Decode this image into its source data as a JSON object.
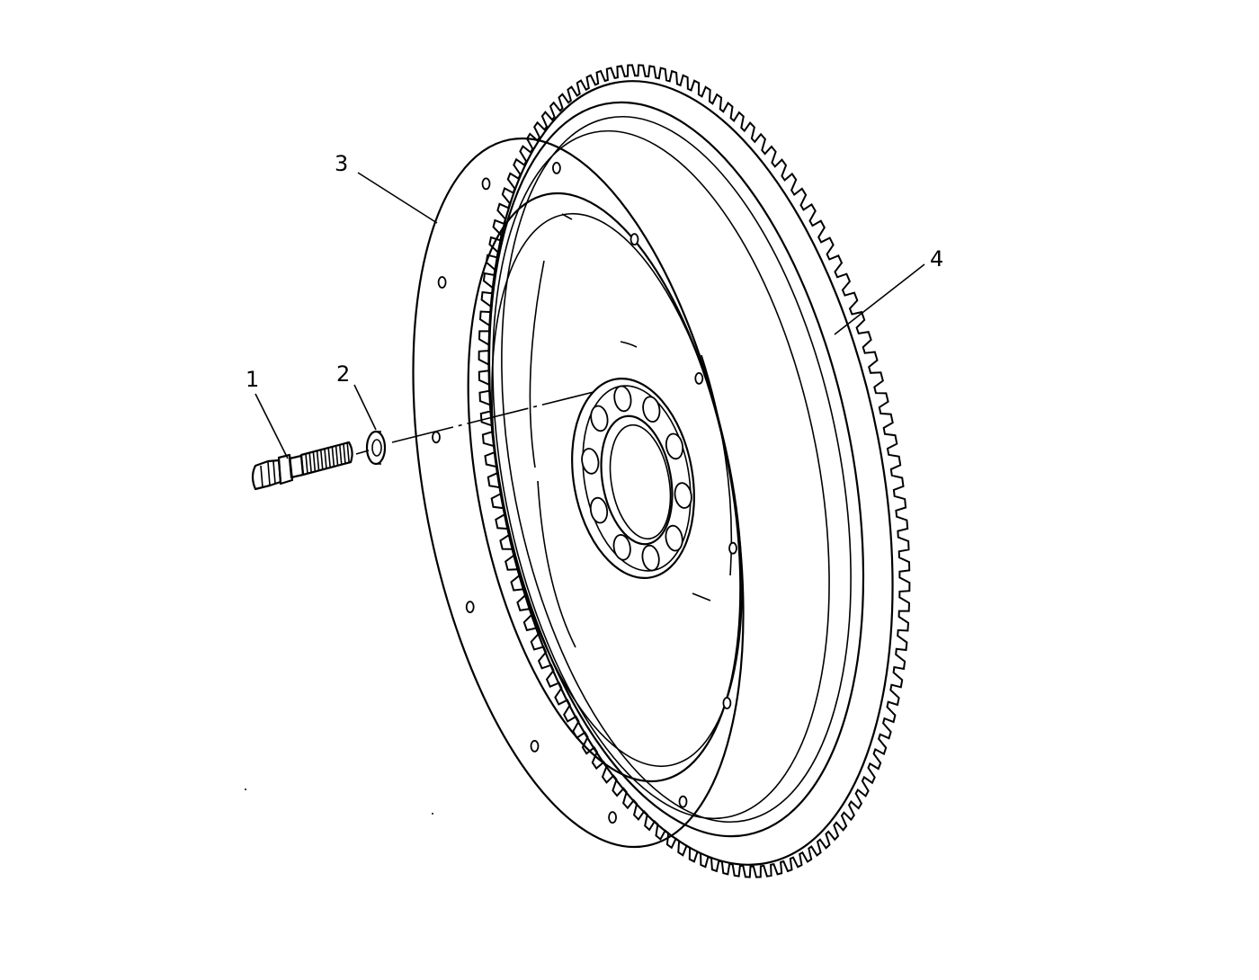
{
  "callouts": {
    "bolt": "1",
    "washer": "2",
    "flywheel": "3",
    "ring_gear": "4"
  },
  "parts": {
    "ring_gear_teeth_count": 120,
    "crank_bolt_holes": 10,
    "housing_bolt_holes": 12
  },
  "colors": {
    "ink": "#000000",
    "paper": "#ffffff"
  }
}
